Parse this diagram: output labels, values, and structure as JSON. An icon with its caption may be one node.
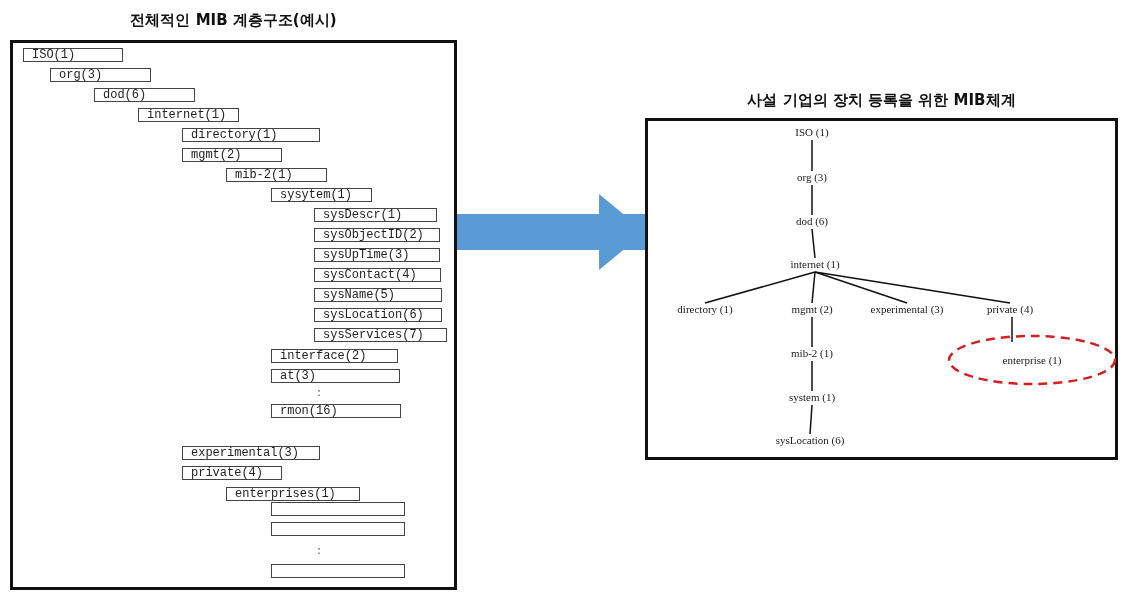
{
  "diagram": {
    "nodes": [
      {
        "text": [
          "전체적인 MIB 계층구조(예시)"
        ]
      },
      {
        "text": [
          "ISO(1)"
        ],
        "in": 0
      },
      {
        "text": [
          "org(3)"
        ],
        "in": 0
      },
      {
        "text": [
          "dod(6)"
        ],
        "in": 0
      },
      {
        "text": [
          "internet(1)"
        ],
        "in": 0
      },
      {
        "text": [
          "directory(1)"
        ],
        "in": 0
      },
      {
        "text": [
          "mgmt(2)"
        ],
        "in": 0
      },
      {
        "text": [
          "mib-2(1)"
        ],
        "in": 0
      },
      {
        "text": [
          "sysytem(1)"
        ],
        "in": 0
      },
      {
        "text": [
          "sysDescr(1)"
        ],
        "in": 0
      },
      {
        "text": [
          "sysObjectID(2)"
        ],
        "in": 0
      },
      {
        "text": [
          "sysUpTime(3)"
        ],
        "in": 0
      },
      {
        "text": [
          "sysContact(4)"
        ],
        "in": 0
      },
      {
        "text": [
          "sysName(5)"
        ],
        "in": 0
      },
      {
        "text": [
          "sysLocation(6)"
        ],
        "in": 0
      },
      {
        "text": [
          "sysServices(7)"
        ],
        "in": 0
      },
      {
        "text": [
          "interface(2)"
        ],
        "in": 0
      },
      {
        "text": [
          "at(3)"
        ],
        "in": 0
      },
      {
        "text": [
          "rmon(16)"
        ],
        "in": 0
      },
      {
        "text": [
          "experimental(3)"
        ],
        "in": 0
      },
      {
        "text": [
          "private(4)"
        ],
        "in": 0
      },
      {
        "text": [
          "enterprises(1)"
        ],
        "in": 0
      },
      {
        "text": [],
        "shape": "box",
        "in": 0
      },
      {
        "text": [],
        "shape": "box",
        "in": 0
      },
      {
        "text": [],
        "shape": "box",
        "in": 0
      },
      {
        "text": [
          "사설 기업의 장치 등록을 위한 MIB체계"
        ]
      },
      {
        "text": [
          "ISO (1)"
        ],
        "in": 25
      },
      {
        "text": [
          "org (3)"
        ],
        "in": 25
      },
      {
        "text": [
          "dod (6)"
        ],
        "in": 25
      },
      {
        "text": [
          "internet (1)"
        ],
        "in": 25
      },
      {
        "text": [
          "directory (1)"
        ],
        "in": 25
      },
      {
        "text": [
          "mgmt (2)"
        ],
        "in": 25
      },
      {
        "text": [
          "experimental (3)"
        ],
        "in": 25
      },
      {
        "text": [
          "private (4)"
        ],
        "in": 25
      },
      {
        "text": [
          "enterprise (1)"
        ],
        "in": 25
      },
      {
        "text": [
          "mib-2 (1)"
        ],
        "in": 25
      },
      {
        "text": [
          "system (1)"
        ],
        "in": 25
      },
      {
        "text": [
          "sysLocation (6)"
        ],
        "in": 25
      }
    ],
    "edges": [
      {
        "from": 0,
        "to": 25,
        "arrow": "to",
        "style": "thick",
        "color": "#5b9bd5"
      },
      {
        "from": 26,
        "to": 27,
        "arrow": "none"
      },
      {
        "from": 27,
        "to": 28,
        "arrow": "none"
      },
      {
        "from": 28,
        "to": 29,
        "arrow": "none"
      },
      {
        "from": 29,
        "to": 30,
        "arrow": "none"
      },
      {
        "from": 29,
        "to": 31,
        "arrow": "none"
      },
      {
        "from": 29,
        "to": 32,
        "arrow": "none"
      },
      {
        "from": 29,
        "to": 33,
        "arrow": "none"
      },
      {
        "from": 33,
        "to": 34,
        "arrow": "none"
      },
      {
        "from": 31,
        "to": 35,
        "arrow": "none"
      },
      {
        "from": 35,
        "to": 36,
        "arrow": "none"
      },
      {
        "from": 36,
        "to": 37,
        "arrow": "none"
      }
    ],
    "labels": [
      ":",
      ":"
    ]
  }
}
